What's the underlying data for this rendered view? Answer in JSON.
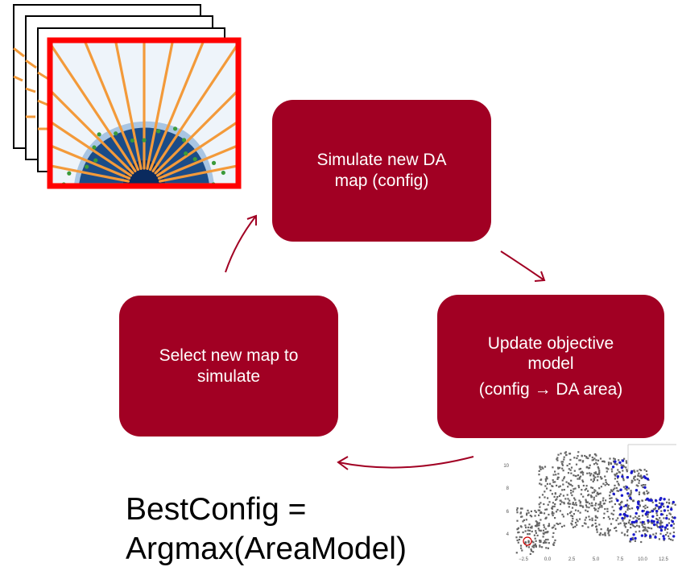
{
  "nodes": {
    "simulate": {
      "lines": [
        "Simulate new DA",
        "map (config)"
      ]
    },
    "update": {
      "lines": [
        "Update objective",
        "model",
        "(config → DA area)"
      ]
    },
    "select": {
      "lines": [
        "Select new map to",
        "simulate"
      ]
    }
  },
  "formula": {
    "line1": "BestConfig =",
    "line2": "Argmax(AreaModel)"
  },
  "scatter_plot": {
    "x_ticks": [
      "−2.5",
      "0.0",
      "2.5",
      "5.0",
      "7.5",
      "10.0",
      "12.5"
    ],
    "y_ticks": [
      "10",
      "8",
      "6",
      "4"
    ]
  },
  "colors": {
    "node_fill": "#a10023",
    "arrow": "#a10023",
    "map_border_active": "#ff0000",
    "map_ray": "#f39a3a",
    "map_front": "#3a9a3a",
    "map_core": "#0a2a5e",
    "scatter_points": "#666666",
    "scatter_highlight": "#1a1acc"
  }
}
